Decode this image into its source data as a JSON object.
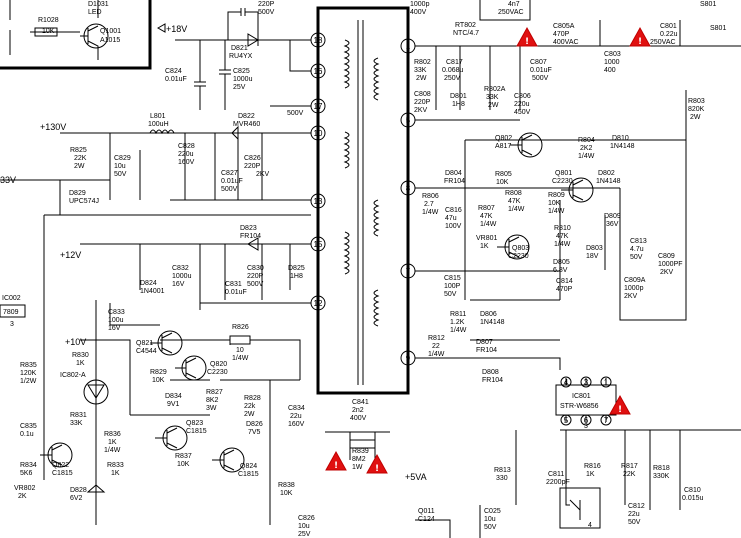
{
  "rails": {
    "v18": "+18V",
    "v130": "+130V",
    "v33": "33V",
    "v12": "+12V",
    "v10": "+10V",
    "v5va": "+5VA",
    "v500": "500V"
  },
  "ic002": {
    "ref": "IC002",
    "part": "7809",
    "pin": "3"
  },
  "ic801": {
    "ref": "IC801",
    "part": "STR-W6856",
    "pins_top": [
      "4",
      "3",
      "1"
    ],
    "pins_bottom": [
      "5",
      "6",
      "7"
    ]
  },
  "transformer_pins": {
    "left": [
      "18",
      "16",
      "17",
      "10",
      "13",
      "15",
      "12"
    ],
    "right": [
      "1",
      "5",
      "8",
      "7",
      "9"
    ]
  },
  "labels": [
    {
      "k": "d1031",
      "t": "D1031"
    },
    {
      "k": "led",
      "t": "LED"
    },
    {
      "k": "r1028",
      "t": "R1028"
    },
    {
      "k": "r1028v",
      "t": "10K"
    },
    {
      "k": "q1001",
      "t": "Q1001"
    },
    {
      "k": "q1001p",
      "t": "A1015"
    },
    {
      "k": "c220p",
      "t": "220P"
    },
    {
      "k": "c500v",
      "t": "500V"
    },
    {
      "k": "d821",
      "t": "D821"
    },
    {
      "k": "d821p",
      "t": "RU4YX"
    },
    {
      "k": "c824",
      "t": "C824"
    },
    {
      "k": "c824v",
      "t": "0.01uF"
    },
    {
      "k": "c825",
      "t": "C825"
    },
    {
      "k": "c825v",
      "t": "1000u"
    },
    {
      "k": "c825w",
      "t": "25V"
    },
    {
      "k": "l801",
      "t": "L801"
    },
    {
      "k": "l801v",
      "t": "100uH"
    },
    {
      "k": "d822",
      "t": "D822"
    },
    {
      "k": "d822p",
      "t": "MVR460"
    },
    {
      "k": "r825",
      "t": "R825"
    },
    {
      "k": "r825v",
      "t": "22K"
    },
    {
      "k": "r825w",
      "t": "2W"
    },
    {
      "k": "c829",
      "t": "C829"
    },
    {
      "k": "c829v",
      "t": "10u"
    },
    {
      "k": "c829w",
      "t": "50V"
    },
    {
      "k": "c828",
      "t": "C828"
    },
    {
      "k": "c828v",
      "t": "220u"
    },
    {
      "k": "c828w",
      "t": "160V"
    },
    {
      "k": "c826",
      "t": "C826"
    },
    {
      "k": "c826v",
      "t": "220P"
    },
    {
      "k": "c826w",
      "t": "2KV"
    },
    {
      "k": "c827",
      "t": "C827"
    },
    {
      "k": "c827v",
      "t": "0.01uF"
    },
    {
      "k": "c827w",
      "t": "500V"
    },
    {
      "k": "d829",
      "t": "D829"
    },
    {
      "k": "d829p",
      "t": "UPC574J"
    },
    {
      "k": "d823",
      "t": "D823"
    },
    {
      "k": "d823p",
      "t": "FR104"
    },
    {
      "k": "c832",
      "t": "C832"
    },
    {
      "k": "c832v",
      "t": "1000u"
    },
    {
      "k": "c832w",
      "t": "16V"
    },
    {
      "k": "c830",
      "t": "C830"
    },
    {
      "k": "c830v",
      "t": "220P"
    },
    {
      "k": "c830w",
      "t": "500V"
    },
    {
      "k": "d825",
      "t": "D825"
    },
    {
      "k": "d825p",
      "t": "1H8"
    },
    {
      "k": "c831",
      "t": "C831"
    },
    {
      "k": "c831v",
      "t": "0.01uF"
    },
    {
      "k": "d824",
      "t": "D824"
    },
    {
      "k": "d824p",
      "t": "1N4001"
    },
    {
      "k": "c833",
      "t": "C833"
    },
    {
      "k": "c833v",
      "t": "100u"
    },
    {
      "k": "c833w",
      "t": "16V"
    },
    {
      "k": "q821",
      "t": "Q821"
    },
    {
      "k": "q821p",
      "t": "C4544"
    },
    {
      "k": "r826",
      "t": "R826"
    },
    {
      "k": "r826v",
      "t": "10"
    },
    {
      "k": "r826w",
      "t": "1/4W"
    },
    {
      "k": "r835",
      "t": "R835"
    },
    {
      "k": "r835v",
      "t": "120K"
    },
    {
      "k": "r835w",
      "t": "1/2W"
    },
    {
      "k": "r830",
      "t": "R830"
    },
    {
      "k": "r830v",
      "t": "1K"
    },
    {
      "k": "ic802",
      "t": "IC802-A"
    },
    {
      "k": "r829",
      "t": "R829"
    },
    {
      "k": "r829v",
      "t": "10K"
    },
    {
      "k": "q820",
      "t": "Q820"
    },
    {
      "k": "q820p",
      "t": "C2230"
    },
    {
      "k": "r831",
      "t": "R831"
    },
    {
      "k": "r831v",
      "t": "33K"
    },
    {
      "k": "d834",
      "t": "D834"
    },
    {
      "k": "d834p",
      "t": "9V1"
    },
    {
      "k": "r827",
      "t": "R827"
    },
    {
      "k": "r827v",
      "t": "8K2"
    },
    {
      "k": "r827w",
      "t": "3W"
    },
    {
      "k": "r828",
      "t": "R828"
    },
    {
      "k": "r828v",
      "t": "22k"
    },
    {
      "k": "r828w",
      "t": "2W"
    },
    {
      "k": "c834",
      "t": "C834"
    },
    {
      "k": "c834v",
      "t": "22u"
    },
    {
      "k": "c834w",
      "t": "160V"
    },
    {
      "k": "c835",
      "t": "C835"
    },
    {
      "k": "c835v",
      "t": "0.1u"
    },
    {
      "k": "r836",
      "t": "R836"
    },
    {
      "k": "r836v",
      "t": "1K"
    },
    {
      "k": "r836w",
      "t": "1/4W"
    },
    {
      "k": "q823",
      "t": "Q823"
    },
    {
      "k": "q823p",
      "t": "C1815"
    },
    {
      "k": "d826",
      "t": "D826"
    },
    {
      "k": "d826p",
      "t": "7V5"
    },
    {
      "k": "r834",
      "t": "R834"
    },
    {
      "k": "r834v",
      "t": "5K6"
    },
    {
      "k": "q822",
      "t": "Q822"
    },
    {
      "k": "q822p",
      "t": "C1815"
    },
    {
      "k": "r833",
      "t": "R833"
    },
    {
      "k": "r833v",
      "t": "1K"
    },
    {
      "k": "r837",
      "t": "R837"
    },
    {
      "k": "r837v",
      "t": "10K"
    },
    {
      "k": "q824",
      "t": "Q824"
    },
    {
      "k": "q824p",
      "t": "C1815"
    },
    {
      "k": "vr802",
      "t": "VR802"
    },
    {
      "k": "vr802v",
      "t": "2K"
    },
    {
      "k": "d828",
      "t": "D828"
    },
    {
      "k": "d828p",
      "t": "6V2"
    },
    {
      "k": "r838",
      "t": "R838"
    },
    {
      "k": "r838v",
      "t": "10K"
    },
    {
      "k": "c826b",
      "t": "C826"
    },
    {
      "k": "c826bv",
      "t": "10u"
    },
    {
      "k": "c826bw",
      "t": "25V"
    },
    {
      "k": "c841",
      "t": "C841"
    },
    {
      "k": "c841v",
      "t": "2n2"
    },
    {
      "k": "c841w",
      "t": "400V"
    },
    {
      "k": "r839",
      "t": "R839"
    },
    {
      "k": "r839v",
      "t": "8M2"
    },
    {
      "k": "r839w",
      "t": "1W"
    },
    {
      "k": "c1000p",
      "t": "1000p"
    },
    {
      "k": "c400v",
      "t": "400V"
    },
    {
      "k": "rt802",
      "t": "RT802"
    },
    {
      "k": "rt802v",
      "t": "NTC/4.7"
    },
    {
      "k": "c4n7",
      "t": "4n7"
    },
    {
      "k": "c250vac",
      "t": "250VAC"
    },
    {
      "k": "c805a",
      "t": "C805A"
    },
    {
      "k": "c805av",
      "t": "470P"
    },
    {
      "k": "c805aw",
      "t": "400VAC"
    },
    {
      "k": "c801",
      "t": "C801"
    },
    {
      "k": "c801v",
      "t": "0.22u"
    },
    {
      "k": "c801w",
      "t": "250VAC"
    },
    {
      "k": "s801",
      "t": "S801"
    },
    {
      "k": "s801b",
      "t": "S801"
    },
    {
      "k": "c803",
      "t": "C803"
    },
    {
      "k": "c803v",
      "t": "1000"
    },
    {
      "k": "c803w",
      "t": "400"
    },
    {
      "k": "r802",
      "t": "R802"
    },
    {
      "k": "r802v",
      "t": "33K"
    },
    {
      "k": "r802w",
      "t": "2W"
    },
    {
      "k": "c817",
      "t": "C817"
    },
    {
      "k": "c817v",
      "t": "0.068u"
    },
    {
      "k": "c817w",
      "t": "250V"
    },
    {
      "k": "r802a",
      "t": "R802A"
    },
    {
      "k": "r802av",
      "t": "33K"
    },
    {
      "k": "r802aw",
      "t": "2W"
    },
    {
      "k": "c807",
      "t": "C807"
    },
    {
      "k": "c807v",
      "t": "0.01uF"
    },
    {
      "k": "c807w",
      "t": "500V"
    },
    {
      "k": "c808",
      "t": "C808"
    },
    {
      "k": "c808v",
      "t": "220P"
    },
    {
      "k": "c808w",
      "t": "2KV"
    },
    {
      "k": "d801",
      "t": "D801"
    },
    {
      "k": "d801p",
      "t": "1H8"
    },
    {
      "k": "c806",
      "t": "C806"
    },
    {
      "k": "c806v",
      "t": "220u"
    },
    {
      "k": "c806w",
      "t": "450V"
    },
    {
      "k": "r803",
      "t": "R803"
    },
    {
      "k": "r803v",
      "t": "820K"
    },
    {
      "k": "r803w",
      "t": "2W"
    },
    {
      "k": "q802",
      "t": "Q802"
    },
    {
      "k": "q802p",
      "t": "A817"
    },
    {
      "k": "r804",
      "t": "R804"
    },
    {
      "k": "r804v",
      "t": "2K2"
    },
    {
      "k": "r804w",
      "t": "1/4W"
    },
    {
      "k": "d810",
      "t": "D810"
    },
    {
      "k": "d810p",
      "t": "1N4148"
    },
    {
      "k": "d804",
      "t": "D804"
    },
    {
      "k": "d804p",
      "t": "FR104"
    },
    {
      "k": "r805",
      "t": "R805"
    },
    {
      "k": "r805v",
      "t": "10K"
    },
    {
      "k": "q801",
      "t": "Q801"
    },
    {
      "k": "q801p",
      "t": "C2230"
    },
    {
      "k": "d802",
      "t": "D802"
    },
    {
      "k": "d802p",
      "t": "1N4148"
    },
    {
      "k": "r806",
      "t": "R806"
    },
    {
      "k": "r806v",
      "t": "2.7"
    },
    {
      "k": "r806w",
      "t": "1/4W"
    },
    {
      "k": "r808",
      "t": "R808"
    },
    {
      "k": "r808v",
      "t": "47K"
    },
    {
      "k": "r808w",
      "t": "1/4W"
    },
    {
      "k": "r809",
      "t": "R809"
    },
    {
      "k": "r809v",
      "t": "10K"
    },
    {
      "k": "r809w",
      "t": "1/4W"
    },
    {
      "k": "c816",
      "t": "C816"
    },
    {
      "k": "c816v",
      "t": "47u"
    },
    {
      "k": "c816w",
      "t": "100V"
    },
    {
      "k": "r807",
      "t": "R807"
    },
    {
      "k": "r807v",
      "t": "47K"
    },
    {
      "k": "r807w",
      "t": "1/4W"
    },
    {
      "k": "vr801",
      "t": "VR801"
    },
    {
      "k": "vr801v",
      "t": "1K"
    },
    {
      "k": "d809",
      "t": "D809"
    },
    {
      "k": "d809p",
      "t": "36V"
    },
    {
      "k": "q803",
      "t": "Q803"
    },
    {
      "k": "q803p",
      "t": "C2230"
    },
    {
      "k": "r810",
      "t": "R810"
    },
    {
      "k": "r810v",
      "t": "47K"
    },
    {
      "k": "r810w",
      "t": "1/4W"
    },
    {
      "k": "d803",
      "t": "D803"
    },
    {
      "k": "d803p",
      "t": "18V"
    },
    {
      "k": "c813",
      "t": "C813"
    },
    {
      "k": "c813v",
      "t": "4.7u"
    },
    {
      "k": "c813w",
      "t": "50V"
    },
    {
      "k": "d805",
      "t": "D805"
    },
    {
      "k": "d805p",
      "t": "6.8V"
    },
    {
      "k": "c809",
      "t": "C809"
    },
    {
      "k": "c809v",
      "t": "1000PF"
    },
    {
      "k": "c809w",
      "t": "2KV"
    },
    {
      "k": "c815",
      "t": "C815"
    },
    {
      "k": "c815v",
      "t": "100P"
    },
    {
      "k": "c815w",
      "t": "50V"
    },
    {
      "k": "c814",
      "t": "C814"
    },
    {
      "k": "c814v",
      "t": "470P"
    },
    {
      "k": "c809a",
      "t": "C809A"
    },
    {
      "k": "c809av",
      "t": "1000p"
    },
    {
      "k": "c809aw",
      "t": "2KV"
    },
    {
      "k": "r811",
      "t": "R811"
    },
    {
      "k": "r811v",
      "t": "1.2K"
    },
    {
      "k": "r811w",
      "t": "1/4W"
    },
    {
      "k": "d806",
      "t": "D806"
    },
    {
      "k": "d806p",
      "t": "1N4148"
    },
    {
      "k": "r812",
      "t": "R812"
    },
    {
      "k": "r812v",
      "t": "22"
    },
    {
      "k": "r812w",
      "t": "1/4W"
    },
    {
      "k": "d807",
      "t": "D807"
    },
    {
      "k": "d807p",
      "t": "FR104"
    },
    {
      "k": "d808",
      "t": "D808"
    },
    {
      "k": "d808p",
      "t": "FR104"
    },
    {
      "k": "r813",
      "t": "R813"
    },
    {
      "k": "r813v",
      "t": "330"
    },
    {
      "k": "c811",
      "t": "C811"
    },
    {
      "k": "c811v",
      "t": "2200pF"
    },
    {
      "k": "r816",
      "t": "R816"
    },
    {
      "k": "r816v",
      "t": "1K"
    },
    {
      "k": "r817",
      "t": "R817"
    },
    {
      "k": "r817v",
      "t": "22K"
    },
    {
      "k": "r818",
      "t": "R818"
    },
    {
      "k": "r818v",
      "t": "330K"
    },
    {
      "k": "c810",
      "t": "C810"
    },
    {
      "k": "c810v",
      "t": "0.015u"
    },
    {
      "k": "c812",
      "t": "C812"
    },
    {
      "k": "c812v",
      "t": "22u"
    },
    {
      "k": "c812w",
      "t": "50V"
    },
    {
      "k": "q011",
      "t": "Q011"
    },
    {
      "k": "q011p",
      "t": "C124"
    },
    {
      "k": "c025",
      "t": "C025"
    },
    {
      "k": "c025v",
      "t": "10u"
    },
    {
      "k": "c025w",
      "t": "50V"
    },
    {
      "k": "ic801pin3",
      "t": "3"
    },
    {
      "k": "ic801pin4",
      "t": "4"
    }
  ],
  "warnings": {
    "symbol": "!"
  }
}
